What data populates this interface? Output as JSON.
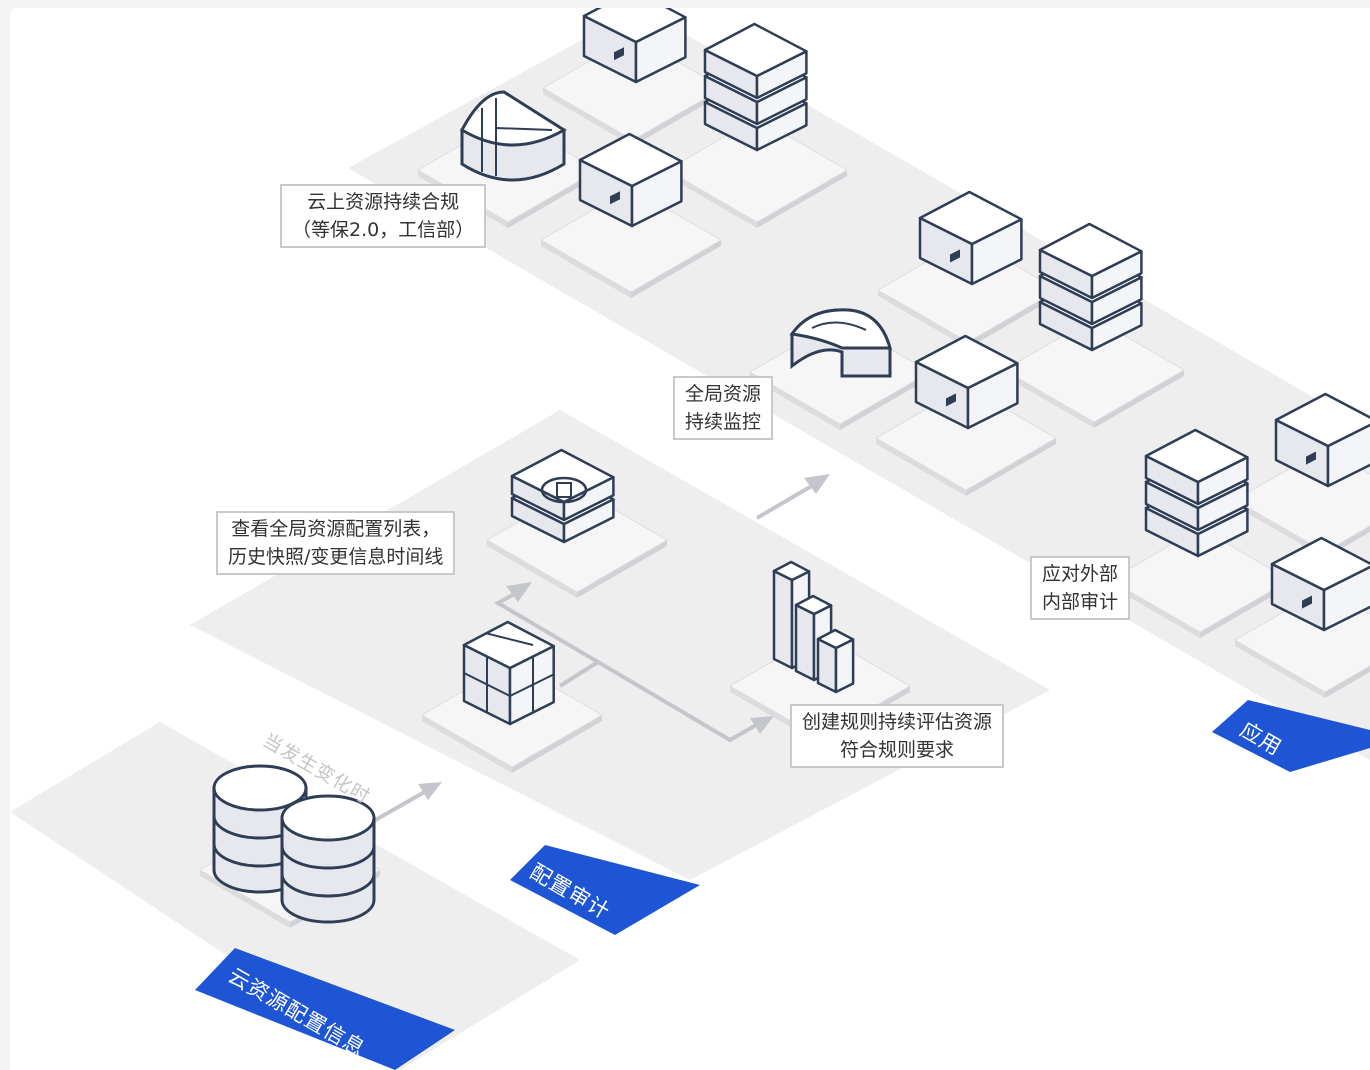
{
  "layers": {
    "base": "云资源配置信息",
    "audit": "配置审计",
    "application": "应用"
  },
  "trigger_text": "当发生变化时",
  "labels": {
    "compliance": [
      "云上资源持续合规",
      "（等保2.0，工信部）"
    ],
    "monitoring": [
      "全局资源",
      "持续监控"
    ],
    "view": [
      "查看全局资源配置列表，",
      "历史快照/变更信息时间线"
    ],
    "rules": [
      "创建规则持续评估资源",
      "符合规则要求"
    ],
    "audit": [
      "应对外部",
      "内部审计"
    ]
  },
  "colors": {
    "accent": "#1e55d4",
    "platform": "#eeeeef",
    "tile": "#f6f6f7",
    "icon_stroke": "#2f3d55",
    "icon_fill": "#e6e8ee",
    "arrow": "#c4c6cb"
  }
}
